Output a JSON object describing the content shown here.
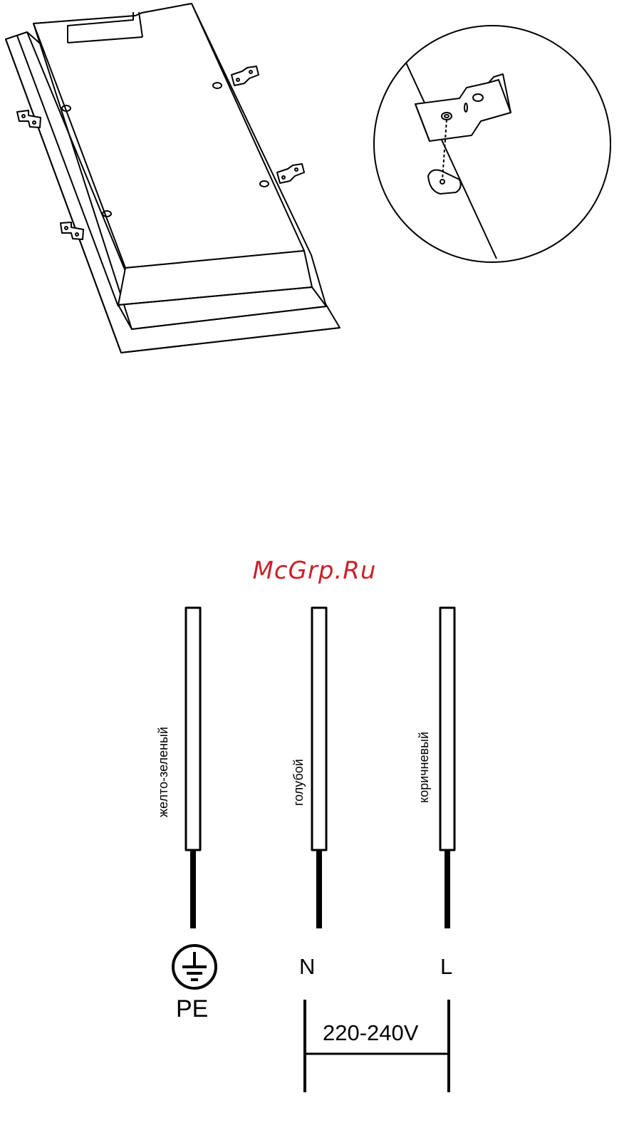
{
  "watermark": "McGrp.Ru",
  "wires": [
    {
      "label": "желто-зеленый"
    },
    {
      "label": "голубой"
    },
    {
      "label": "коричневый"
    }
  ],
  "terminals": {
    "pe": "PE",
    "n": "N",
    "l": "L"
  },
  "voltage": "220-240V",
  "colors": {
    "watermark": "#c8232c",
    "line": "#000000"
  }
}
